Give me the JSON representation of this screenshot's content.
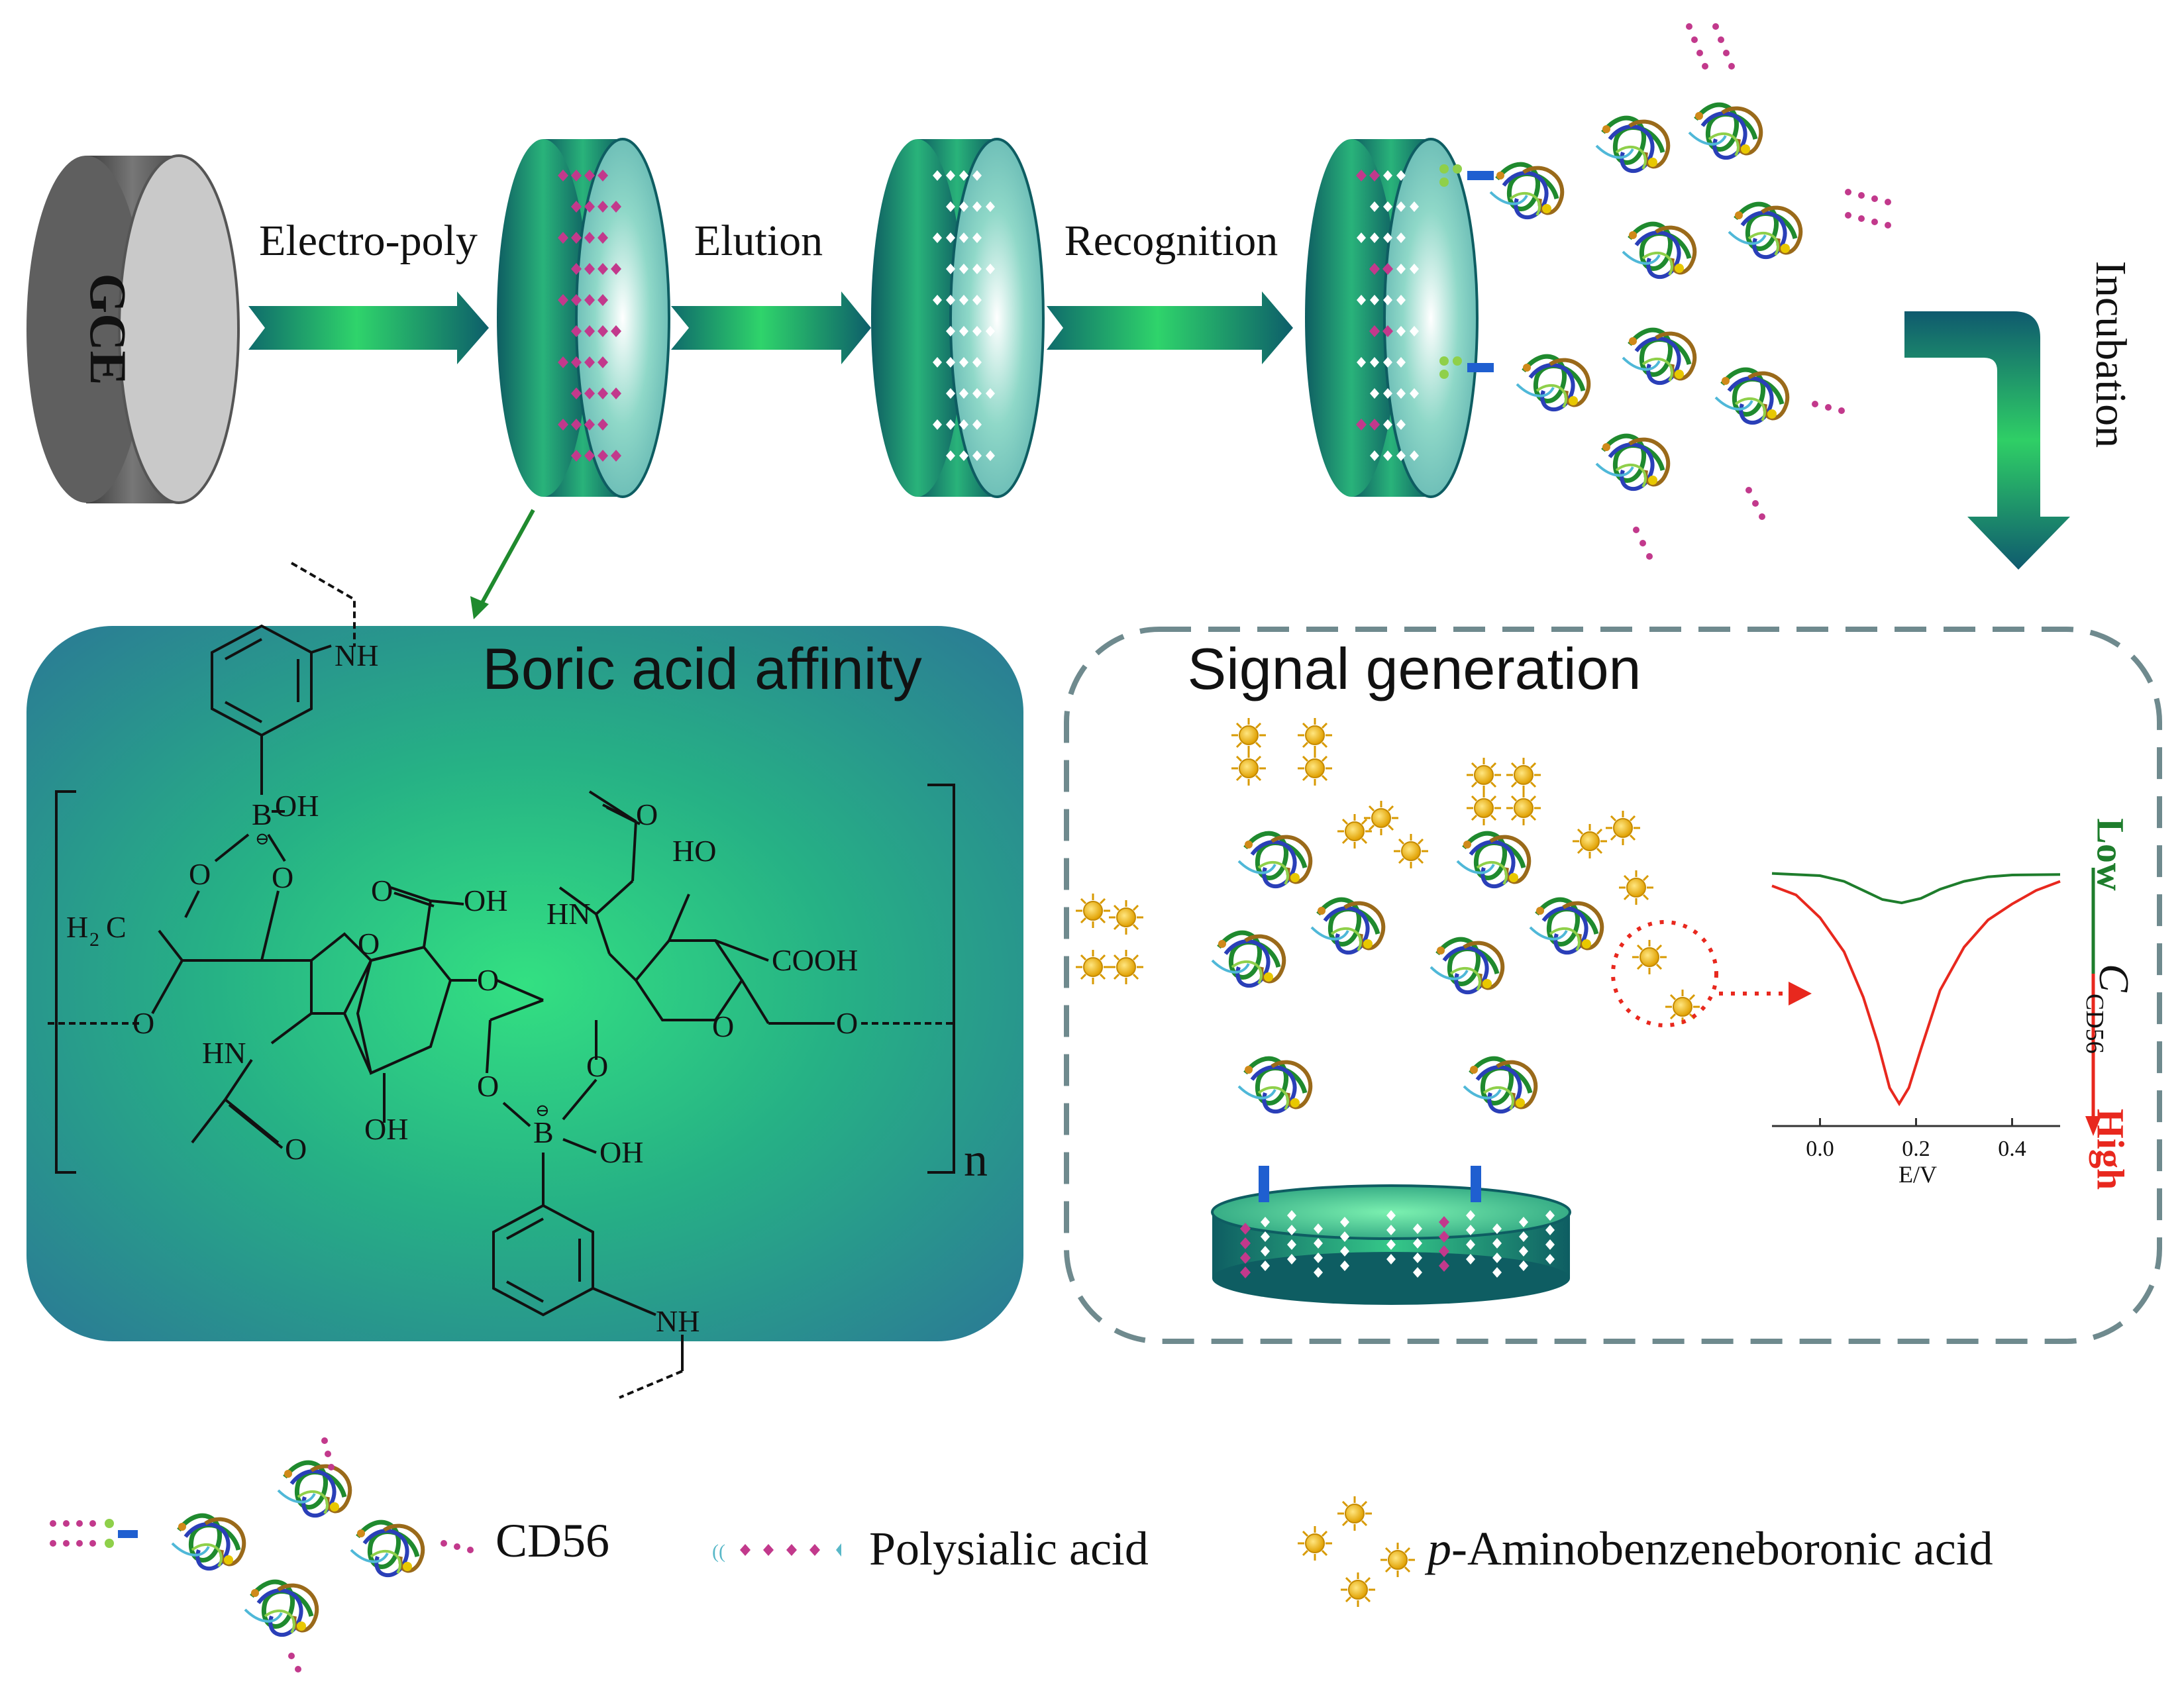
{
  "steps": {
    "electrode_label": "GCE",
    "electropoly_label": "Electro-poly",
    "elution_label": "Elution",
    "recognition_label": "Recognition",
    "incubation_label": "Incubation"
  },
  "boric_panel": {
    "title": "Boric acid affinity",
    "atoms": {
      "nh_top": "NH",
      "b_top": "B",
      "oh_b_top": "OH",
      "h2c": "H",
      "h2c_sub": "2",
      "h2c_c": "C",
      "o_ring_a": "O",
      "o_ring_b": "O",
      "o_chain_left": "O",
      "o_ring1": "O",
      "cooh1": "OH",
      "o_carbonyl1": "O",
      "o_glyco": "O",
      "hn_left": "HN",
      "o_acetyl_left": "O",
      "oh_bottom": "OH",
      "o_acetyl_right": "O",
      "hn_right": "HN",
      "ho_right": "HO",
      "cooh2": "COOH",
      "o_ring2": "O",
      "o_chain_right": "O",
      "o_b2_a": "O",
      "o_b2_b": "O",
      "b_bottom": "B",
      "oh_b_bottom": "OH",
      "nh_bottom": "NH",
      "repeat_n": "n",
      "minus": "⊖"
    }
  },
  "signal_panel": {
    "title": "Signal generation",
    "low_label": "Low",
    "high_label": "High",
    "conc_label": "C",
    "conc_sub": "CD56",
    "colors": {
      "low": "#1e7d2c",
      "high": "#e8281e"
    }
  },
  "legend": {
    "cd56_label": "CD56",
    "polysialic_label": "Polysialic acid",
    "apba_italic": "p",
    "apba_label": "-Aminobenzeneboronic acid"
  },
  "chart_data": {
    "type": "line",
    "title": "",
    "xlabel": "E/V",
    "ylabel": "",
    "xlim": [
      -0.1,
      0.5
    ],
    "x_ticks": [
      "0.0",
      "0.2",
      "0.4"
    ],
    "series": [
      {
        "x": [
          -0.1,
          0.0,
          0.05,
          0.1,
          0.13,
          0.17,
          0.21,
          0.25,
          0.3,
          0.35,
          0.4,
          0.5
        ],
        "y": [
          -0.05,
          -0.15,
          -0.4,
          -0.9,
          -1.2,
          -1.35,
          -1.15,
          -0.75,
          -0.4,
          -0.2,
          -0.12,
          -0.1
        ],
        "color": "#1e7d2c"
      },
      {
        "x": [
          -0.1,
          -0.05,
          0.0,
          0.05,
          0.09,
          0.12,
          0.145,
          0.165,
          0.185,
          0.21,
          0.25,
          0.3,
          0.35,
          0.4,
          0.45,
          0.5
        ],
        "y": [
          -0.6,
          -1.0,
          -2.0,
          -3.5,
          -5.5,
          -7.5,
          -9.5,
          -10.2,
          -9.5,
          -7.8,
          -5.2,
          -3.3,
          -2.1,
          -1.4,
          -0.8,
          -0.4
        ],
        "color": "#e8281e"
      }
    ],
    "grid": false
  }
}
